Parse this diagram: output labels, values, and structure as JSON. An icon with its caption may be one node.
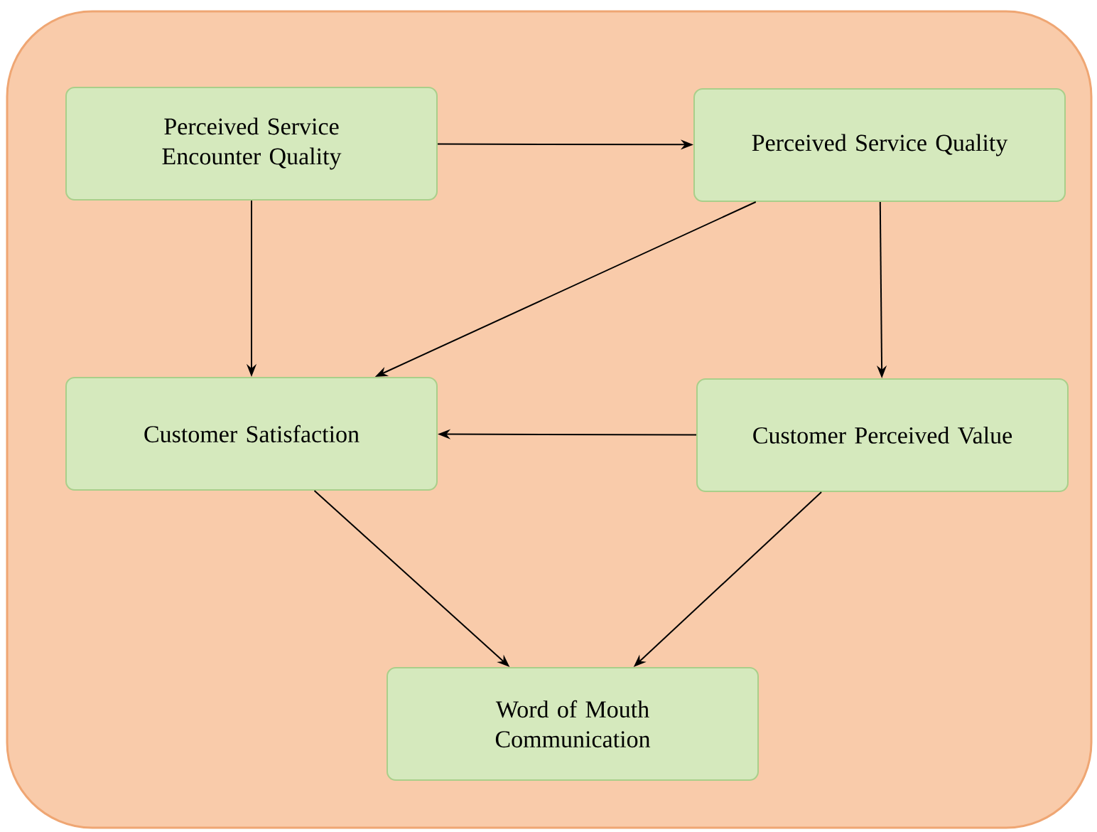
{
  "diagram": {
    "nodes": [
      {
        "text": [
          "Perceived Service Encounter Quality"
        ]
      },
      {
        "text": [
          "Perceived Service Quality"
        ]
      },
      {
        "text": [
          "Customer Satisfaction"
        ]
      },
      {
        "text": [
          "Customer Perceived Value"
        ]
      },
      {
        "text": [
          "Word of Mouth Communication"
        ]
      }
    ],
    "edges": [
      {
        "from": 0,
        "to": 1,
        "arrow": "to"
      },
      {
        "from": 0,
        "to": 2,
        "arrow": "to"
      },
      {
        "from": 1,
        "to": 2,
        "arrow": "to"
      },
      {
        "from": 1,
        "to": 3,
        "arrow": "to"
      },
      {
        "from": 3,
        "to": 2,
        "arrow": "to"
      },
      {
        "from": 2,
        "to": 4,
        "arrow": "to"
      },
      {
        "from": 3,
        "to": 4,
        "arrow": "to"
      }
    ]
  }
}
